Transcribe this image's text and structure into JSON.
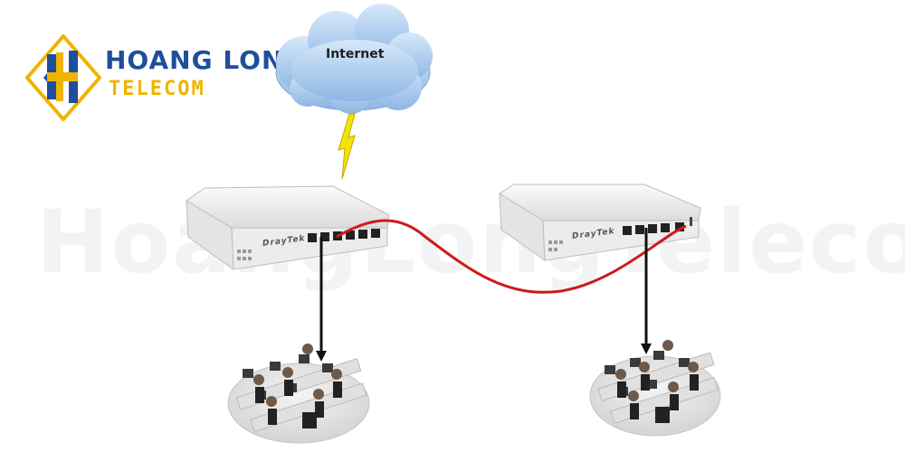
{
  "logo": {
    "line1": "HOANG LONG",
    "line2": "TELECOM",
    "mark_color_blue": "#1f4e9e",
    "mark_color_yellow": "#f0b400"
  },
  "watermark": {
    "text": "HoàngLongTelecom"
  },
  "internet": {
    "label": "Internet",
    "icon": "cloud-icon",
    "link_icon": "lightning-bolt-icon"
  },
  "routers": [
    {
      "brand": "DrayTek",
      "icon": "router-icon"
    },
    {
      "brand": "DrayTek",
      "icon": "router-icon"
    }
  ],
  "workgroups": [
    {
      "icon": "office-workstations-icon"
    },
    {
      "icon": "office-workstations-icon"
    }
  ],
  "colors": {
    "vpn_cable": "#cc1a1a",
    "lan_cable": "#111111",
    "cloud": "#a9c9ec",
    "router_body": "#eeeeee"
  }
}
